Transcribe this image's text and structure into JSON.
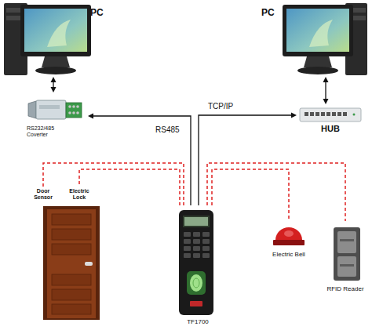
{
  "diagram": {
    "nodes": [
      {
        "text": [
          "PC"
        ]
      },
      {
        "text": [
          "PC"
        ]
      },
      {
        "text": [
          "RS232/485 Coverter"
        ]
      },
      {
        "text": [
          "HUB"
        ]
      },
      {
        "text": [
          "Door Sensor"
        ]
      },
      {
        "text": [
          "Electric Lock"
        ]
      },
      {
        "text": [
          "TF1700"
        ]
      },
      {
        "text": [
          "Electric Bell"
        ]
      },
      {
        "text": [
          "RFID Reader"
        ]
      }
    ],
    "edges": [
      {
        "from": 0,
        "to": 2,
        "arrow": "both"
      },
      {
        "from": 1,
        "to": 3,
        "arrow": "both"
      },
      {
        "from": 6,
        "to": 2,
        "label": "RS485",
        "arrow": "to"
      },
      {
        "from": 6,
        "to": 3,
        "label": "TCP/IP",
        "arrow": "to"
      },
      {
        "from": 6,
        "to": 4,
        "arrow": "none"
      },
      {
        "from": 6,
        "to": 5,
        "arrow": "none"
      },
      {
        "from": 6,
        "to": 7,
        "arrow": "none"
      },
      {
        "from": 6,
        "to": 8,
        "arrow": "none"
      }
    ]
  }
}
